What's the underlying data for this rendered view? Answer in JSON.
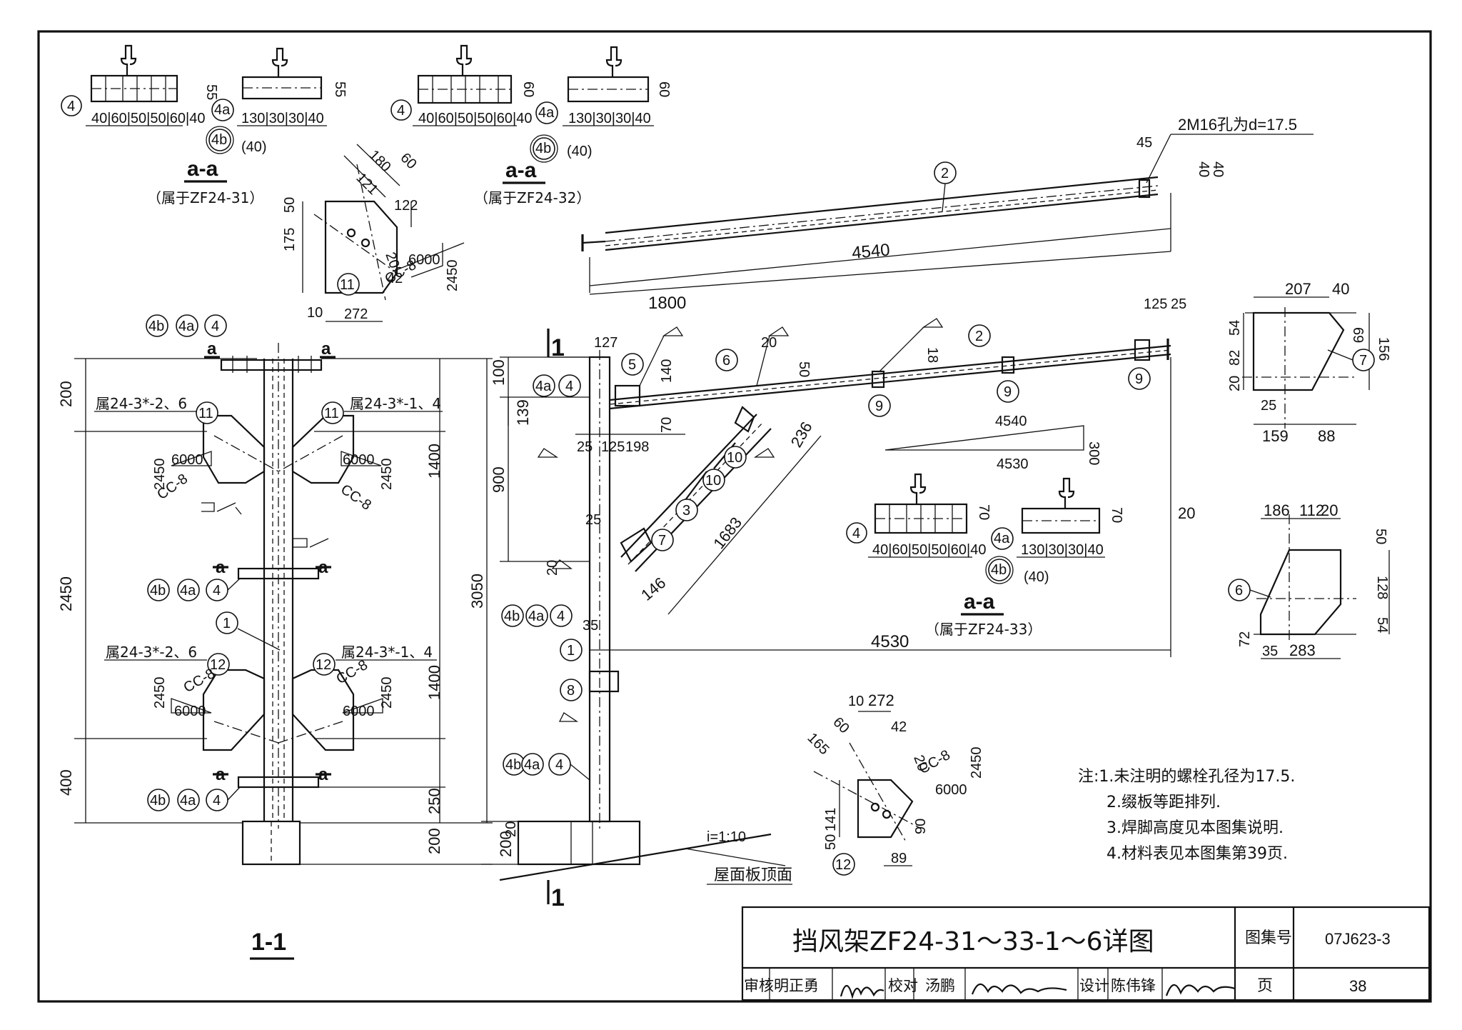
{
  "sheet": {
    "title": "挡风架ZF24-31～33-1～6详图",
    "atlas_label": "图集号",
    "atlas_no": "07J623-3",
    "page_label": "页",
    "page_no": "38",
    "signatures": {
      "review_label": "审核",
      "review_name": "明正勇",
      "check_label": "校对",
      "check_name": "汤鹏",
      "design_label": "设计",
      "design_name": "陈伟锋"
    }
  },
  "notes": [
    "注:1.未注明的螺栓孔径为17.5.",
    "2.缀板等距排列.",
    "3.焊脚高度见本图集说明.",
    "4.材料表见本图集第39页."
  ],
  "section_aa": [
    {
      "title": "a-a",
      "caption": "（属于ZF24-31）",
      "dim_left": "40|60|50|50|60|40",
      "dim_right": "130|30|30|40",
      "h_left": "55",
      "h_right": "55",
      "paren": "(40)"
    },
    {
      "title": "a-a",
      "caption": "（属于ZF24-32）",
      "dim_left": "40|60|50|50|60|40",
      "dim_right": "130|30|30|40",
      "h_left": "60",
      "h_right": "60",
      "paren": "(40)"
    },
    {
      "title": "a-a",
      "caption": "（属于ZF24-33）",
      "dim_left": "40|60|50|50|60|40",
      "dim_right": "130|30|30|40",
      "h_left": "70",
      "h_right": "70",
      "paren": "(40)"
    }
  ],
  "marks": {
    "m1": "1",
    "m2": "2",
    "m3": "3",
    "m4": "4",
    "m4a": "4a",
    "m4b": "4b",
    "m5": "5",
    "m6": "6",
    "m7": "7",
    "m8": "8",
    "m9": "9",
    "m10": "10",
    "m11": "11",
    "m12": "12"
  },
  "section_title": "1-1",
  "section_mark": "1",
  "cut_a": "a",
  "labels": {
    "bolt_note": "2M16孔为d=17.5",
    "roof_top": "屋面板顶面",
    "slope": "i=1:10",
    "cc8": "CC-8",
    "bracket_l1": "属24-3*-2、6",
    "bracket_r1": "属24-3*-1、4",
    "bracket_l2": "属24-3*-2、6",
    "bracket_r2": "属24-3*-1、4"
  },
  "dims": {
    "d200": "200",
    "d1400": "1400",
    "d2450": "2450",
    "d3050": "3050",
    "d400": "400",
    "d250": "250",
    "d20": "20",
    "d100": "100",
    "d139": "139",
    "d900": "900",
    "d25": "25",
    "d35": "35",
    "d127": "127",
    "d140": "140",
    "d70": "70",
    "d251": "25",
    "d125": "125",
    "d198": "198",
    "d1800": "1800",
    "d4540": "4540",
    "d4530": "4530",
    "d45": "45",
    "d40": "40",
    "d125b": "125",
    "d25b": "25",
    "d18": "18",
    "d300": "300",
    "d236": "236",
    "d1683": "1683",
    "d146": "146",
    "d50": "50",
    "d6000": "6000",
    "d180": "180",
    "d60": "60",
    "d121": "121",
    "d122": "122",
    "d175": "175",
    "d42": "42",
    "d10": "10",
    "d272": "272",
    "d207": "207",
    "d54": "54",
    "d69": "69",
    "d82": "82",
    "d156": "156",
    "d159": "159",
    "d88": "88",
    "d186": "186",
    "d112": "112",
    "d128": "128",
    "d72": "72",
    "d283": "283",
    "d165": "165",
    "d141": "141",
    "d90": "90",
    "d89": "89"
  }
}
